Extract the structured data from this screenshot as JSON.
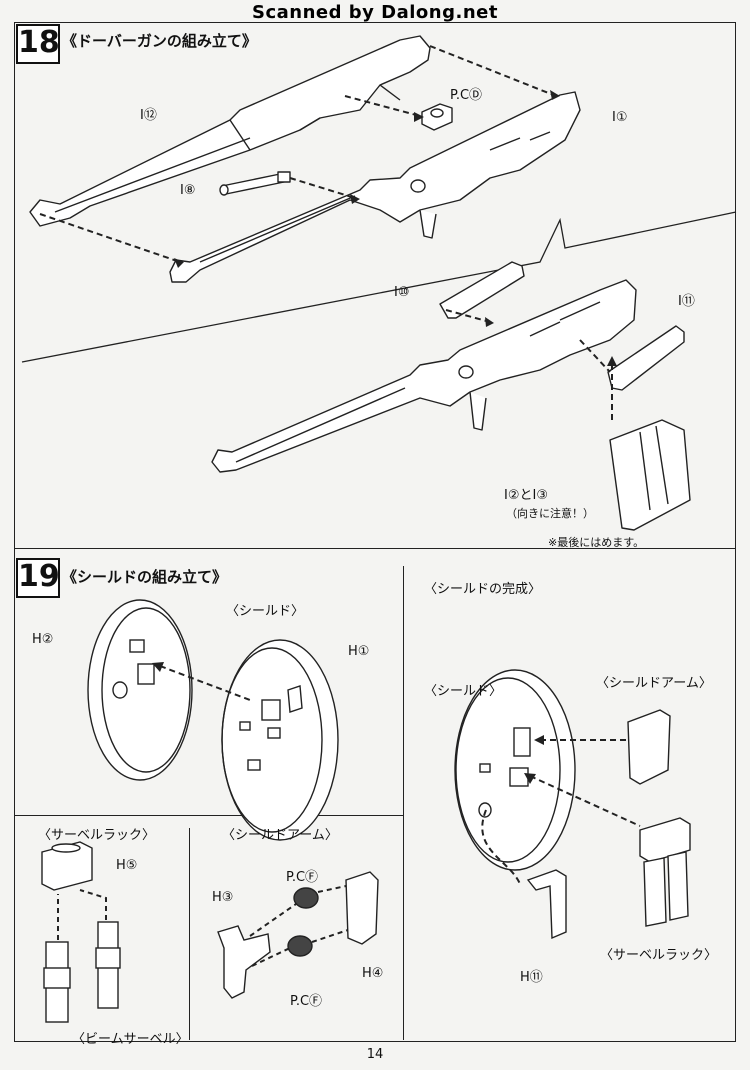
{
  "watermark": "Scanned by Dalong.net",
  "step18": {
    "number": "18",
    "title": "《ドーバーガンの組み立て》",
    "labels": {
      "pcD": "P.CⒹ",
      "i1": "I①",
      "i12": "I⑫",
      "i8": "I⑧",
      "i10": "I⑩",
      "i11": "I⑪",
      "i2i3": "I②とI③",
      "direction_note": "（向きに注意！）",
      "last_note": "※最後にはめます。"
    }
  },
  "step19": {
    "number": "19",
    "title": "《シールドの組み立て》",
    "shield_heading": "〈シールド〉",
    "complete_heading": "〈シールドの完成〉",
    "labels": {
      "h2": "H②",
      "h1": "H①",
      "h3": "H③",
      "h4": "H④",
      "h5": "H⑤",
      "h11": "H⑪",
      "pcF1": "P.CⒻ",
      "pcF2": "P.CⒻ"
    },
    "saber_rack": "〈サーベルラック〉",
    "shield_arm": "〈シールドアーム〉",
    "beam_saber": "〈ビームサーベル〉",
    "complete_shield": "〈シールド〉",
    "complete_shield_arm": "〈シールドアーム〉",
    "complete_saber_rack": "〈サーベルラック〉"
  },
  "page_number": "14"
}
